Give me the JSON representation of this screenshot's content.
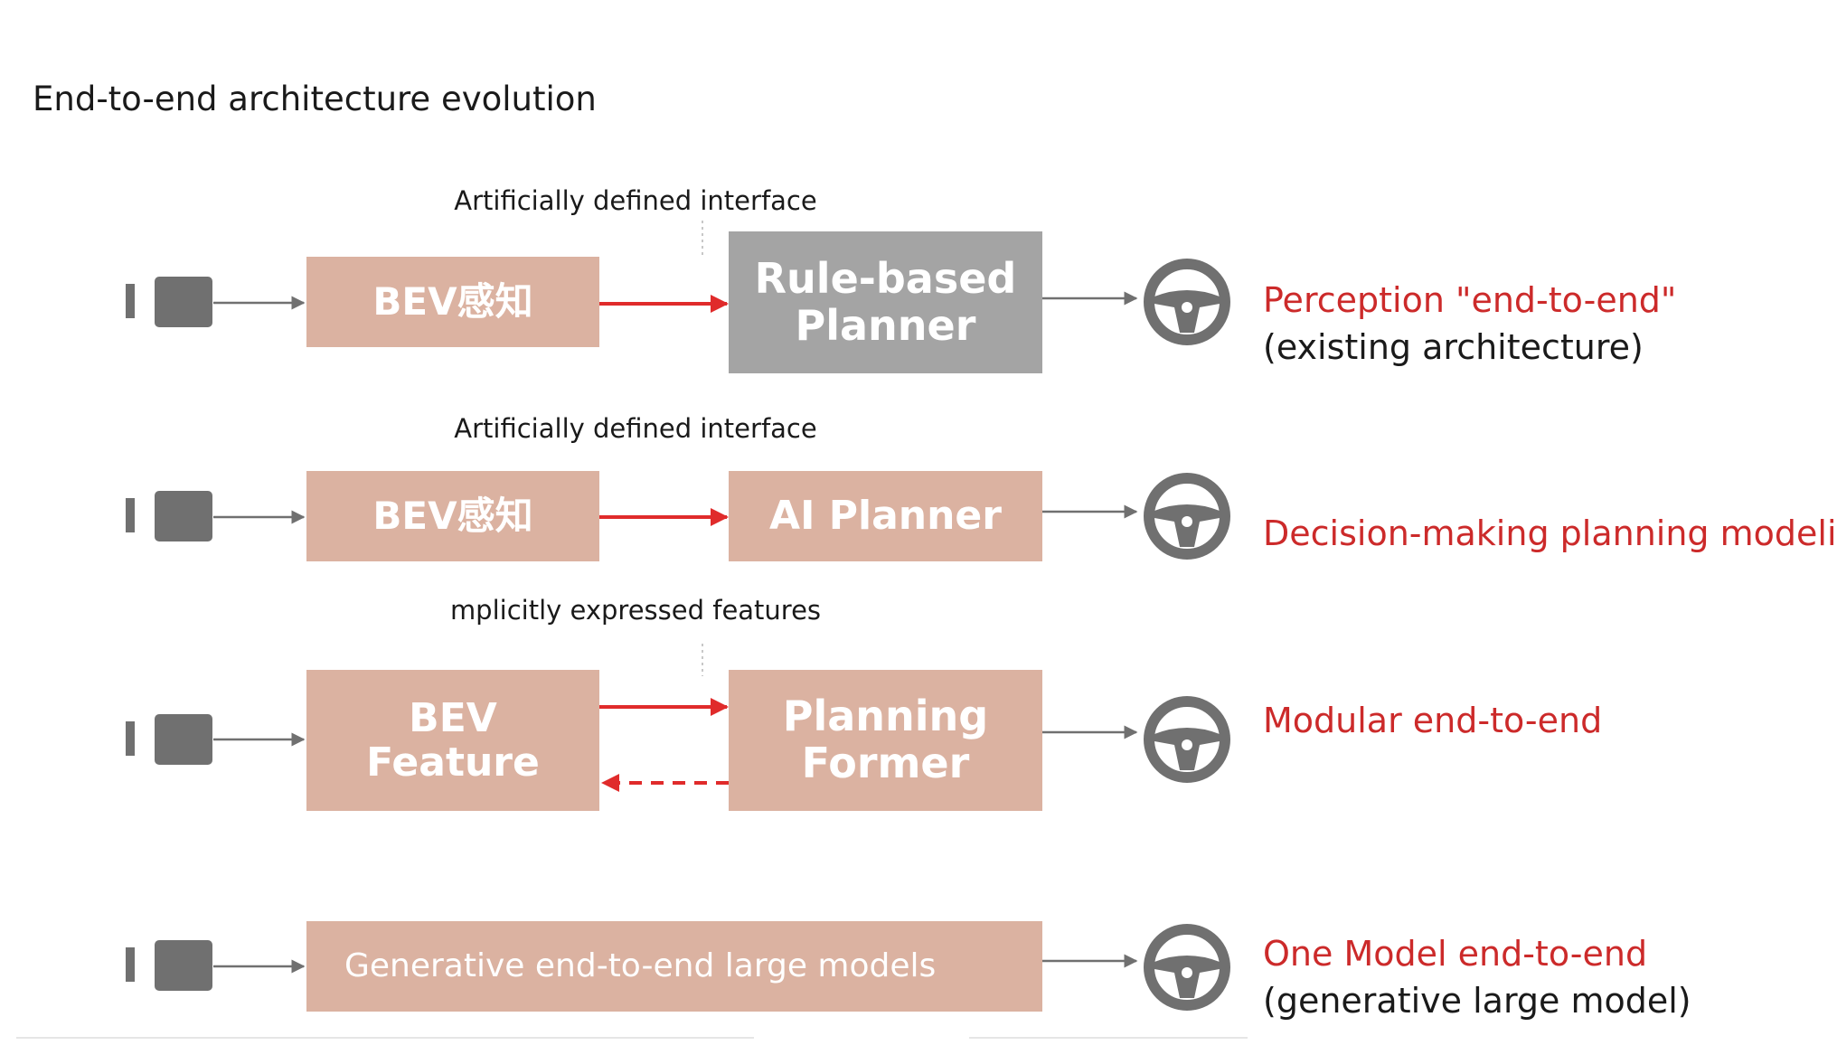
{
  "title": "End-to-end architecture evolution",
  "rows": [
    {
      "interface_label": "Artificially defined interface",
      "left_box": "BEV感知",
      "right_box": "Rule-based\nPlanner",
      "label_main": "Perception \"end-to-end\"",
      "label_sub": "(existing architecture)"
    },
    {
      "interface_label": "Artificially defined interface",
      "left_box": "BEV感知",
      "right_box": "AI Planner",
      "label_main": "Decision-making planning modeling",
      "label_sub": ""
    },
    {
      "interface_label": "mplicitly expressed features",
      "left_box": "BEV\nFeature",
      "right_box": "Planning\nFormer",
      "label_main": "Modular end-to-end",
      "label_sub": ""
    },
    {
      "interface_label": "",
      "wide_box": "Generative end-to-end large models",
      "label_main": "One Model end-to-end",
      "label_sub": "(generative large model)"
    }
  ],
  "colors": {
    "module_box": "#dbb2a1",
    "rule_box": "#a4a4a4",
    "accent_red": "#cc2a2a",
    "icon_gray": "#707070"
  },
  "icons": {
    "camera": "camera-icon",
    "steering_wheel": "steering-wheel-icon"
  }
}
